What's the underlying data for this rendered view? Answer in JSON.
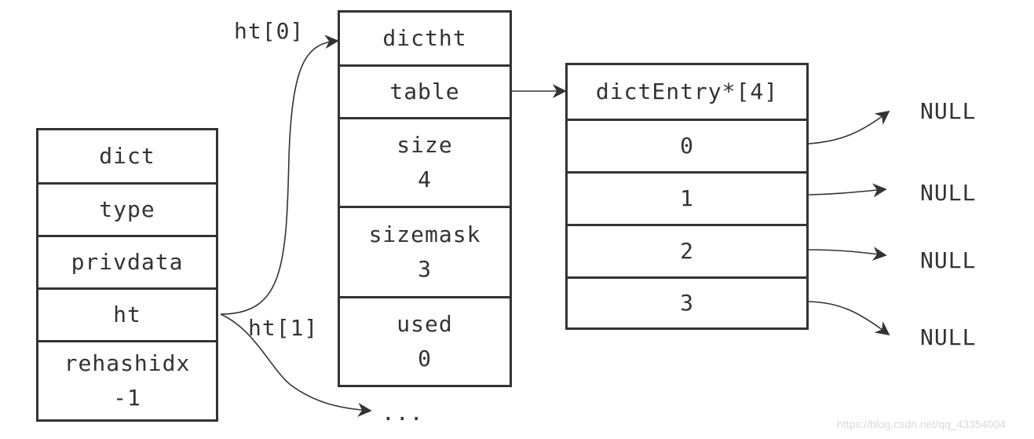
{
  "dict": {
    "header": "dict",
    "type": "type",
    "privdata": "privdata",
    "ht": "ht",
    "rehashidx_label": "rehashidx",
    "rehashidx_value": "-1"
  },
  "dictht": {
    "header": "dictht",
    "table": "table",
    "size_label": "size",
    "size_value": "4",
    "sizemask_label": "sizemask",
    "sizemask_value": "3",
    "used_label": "used",
    "used_value": "0"
  },
  "dict_entry_array": {
    "header": "dictEntry*[4]",
    "slots": [
      "0",
      "1",
      "2",
      "3"
    ]
  },
  "labels": {
    "ht0": "ht[0]",
    "ht1": "ht[1]",
    "ellipsis": "...",
    "null": "NULL"
  },
  "watermark": "https://blog.csdn.net/qq_43354004",
  "colors": {
    "stroke": "#333333",
    "background": "#ffffff",
    "watermark": "#d9d9d9"
  }
}
